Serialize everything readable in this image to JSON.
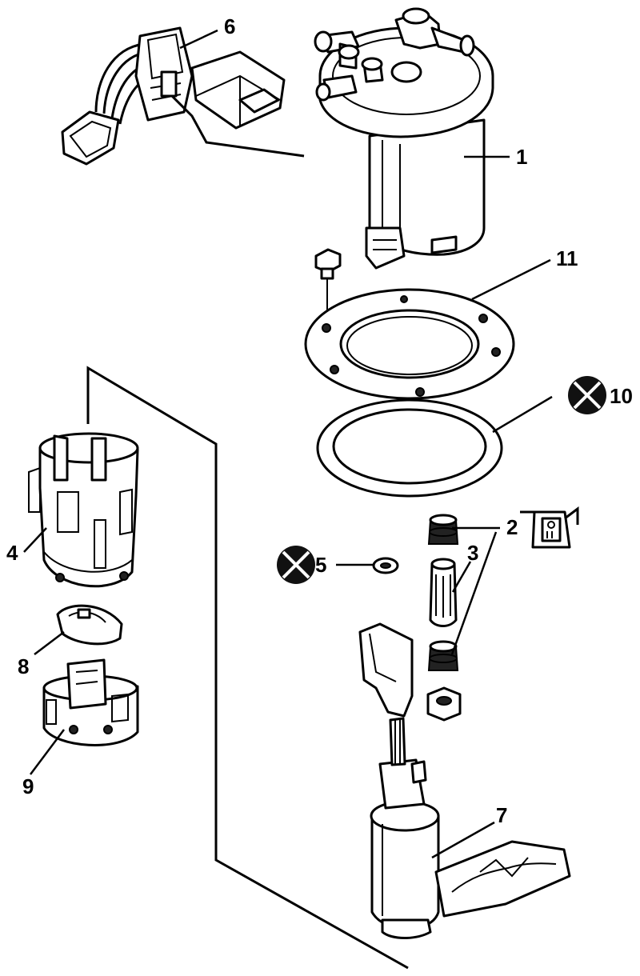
{
  "callouts": {
    "c1": "1",
    "c2": "2",
    "c3": "3",
    "c4": "4",
    "c5": "5",
    "c6": "6",
    "c7": "7",
    "c8": "8",
    "c9": "9",
    "c10": "10",
    "c11": "11"
  },
  "icons": {
    "replace_mark": "crossed-circle-icon",
    "lubricate_mark": "oil-can-icon"
  },
  "colors": {
    "line": "#000000",
    "background": "#ffffff"
  }
}
